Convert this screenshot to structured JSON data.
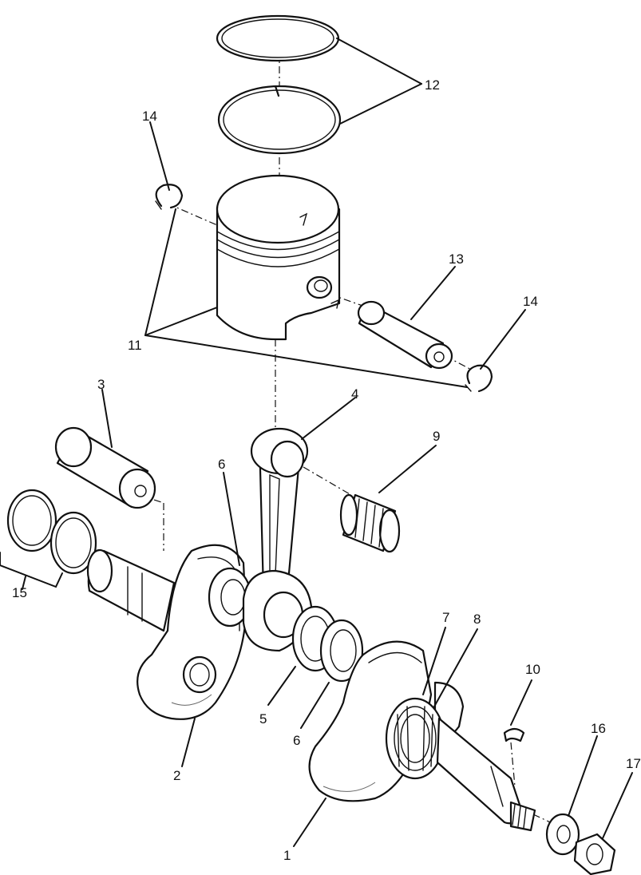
{
  "callouts": {
    "n1": "1",
    "n2": "2",
    "n3": "3",
    "n4": "4",
    "n5": "5",
    "n6a": "6",
    "n6b": "6",
    "n7": "7",
    "n8": "8",
    "n9": "9",
    "n10": "10",
    "n11": "11",
    "n12": "12",
    "n13": "13",
    "n14a": "14",
    "n14b": "14",
    "n15": "15",
    "n16": "16",
    "n17": "17"
  },
  "colors": {
    "ink": "#111111",
    "paper": "#ffffff"
  }
}
